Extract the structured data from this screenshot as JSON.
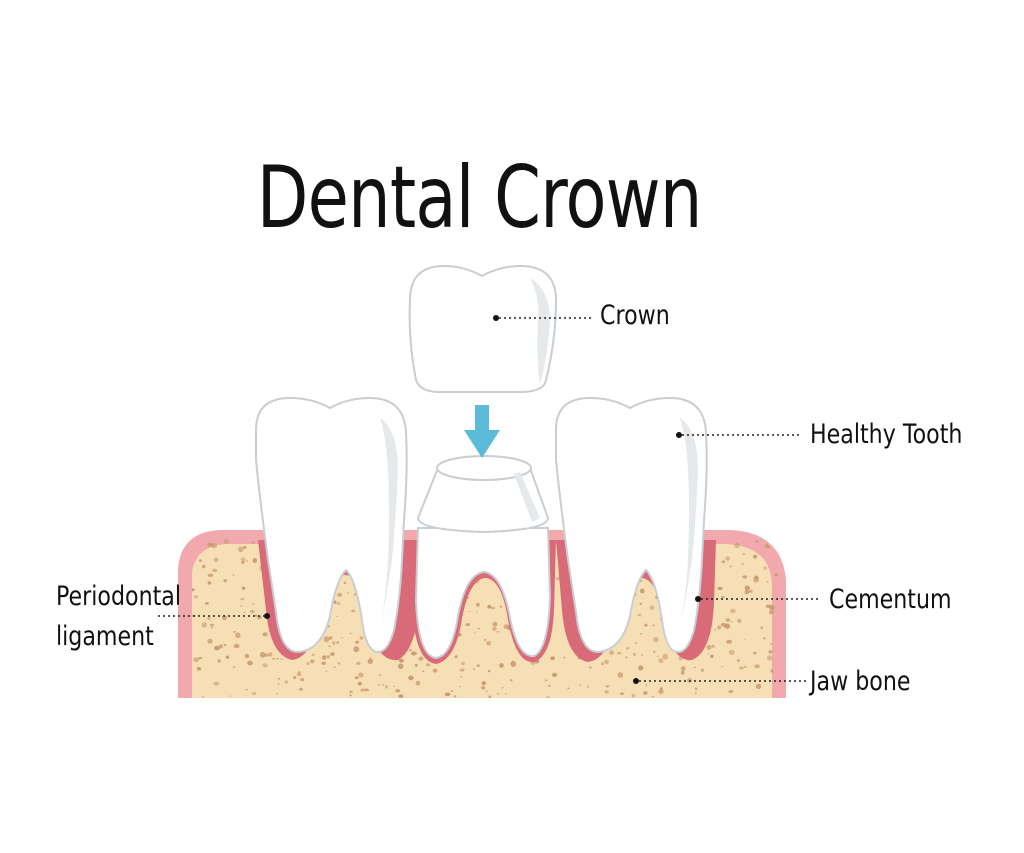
{
  "title": "Dental Crown",
  "labels": {
    "crown": "Crown",
    "healthy_tooth": "Healthy Tooth",
    "cementum": "Cementum",
    "jaw_bone": "Jaw bone",
    "periodontal_line1": "Periodontal",
    "periodontal_line2": "ligament"
  },
  "colors": {
    "gum_outer": "#f2a9ae",
    "gum_line": "#d96a78",
    "bone": "#f7dfb5",
    "bone_speckle": "#c89a70",
    "arrow": "#5bbbd8",
    "text": "#111111"
  }
}
